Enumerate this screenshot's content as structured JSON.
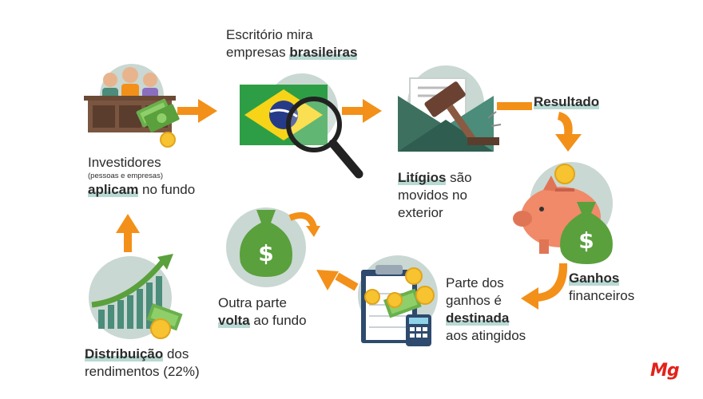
{
  "steps": {
    "investidores": {
      "title": "Investidores",
      "sub": "(pessoas e empresas)",
      "verb": "aplicam",
      "rest": " no fundo"
    },
    "escritorio": {
      "line1": "Escritório mira",
      "line2a": "empresas ",
      "line2b": "brasileiras"
    },
    "litigios": {
      "bold": "Litígios",
      "rest1": " são",
      "line2": "movidos no",
      "line3": "exterior"
    },
    "resultado": {
      "label": "Resultado"
    },
    "ganhos": {
      "bold": "Ganhos",
      "line2": "financeiros"
    },
    "parte": {
      "line1": "Parte dos",
      "line2": "ganhos é",
      "bold": "destinada",
      "line4": "aos atingidos"
    },
    "outra": {
      "line1": "Outra parte",
      "bold": "volta",
      "rest": " ao fundo"
    },
    "distribuicao": {
      "bold": "Distribuição",
      "rest": " dos",
      "line2": "rendimentos",
      "pct": " (22%)"
    }
  },
  "logo": {
    "text": "Mg"
  },
  "colors": {
    "arrow": "#f39019",
    "highlight": "#b9d9d3",
    "circle": "#c9d8d2",
    "money": "#6ab04c",
    "coin": "#f7c331"
  },
  "icons": [
    "investors-icon",
    "brazil-flag-icon",
    "magnifier-icon",
    "gavel-icon",
    "piggy-bank-icon",
    "money-bag-icon",
    "growth-chart-icon",
    "clipboard-calculator-icon",
    "recycle-money-bag-icon"
  ]
}
